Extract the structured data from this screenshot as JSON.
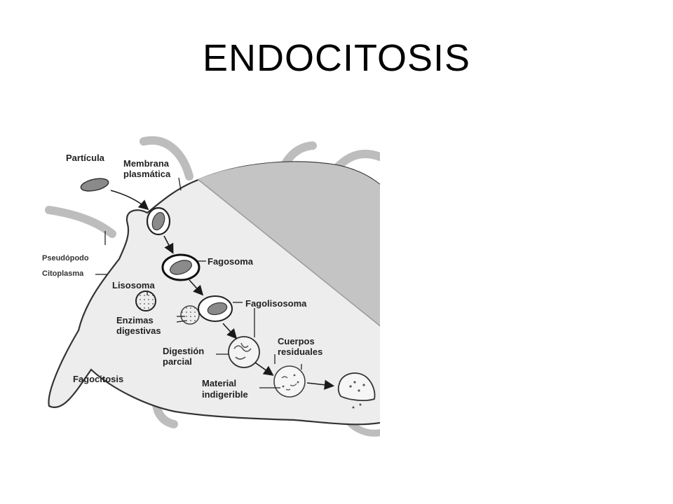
{
  "slide": {
    "title": "ENDOCITOSIS"
  },
  "diagram": {
    "labels": {
      "particula": "Partícula",
      "membrana_1": "Membrana",
      "membrana_2": "plasmática",
      "pseudopodo": "Pseudópodo",
      "citoplasma": "Citoplasma",
      "fagosoma": "Fagosoma",
      "lisosoma": "Lisosoma",
      "fagolisosoma": "Fagolisosoma",
      "enzimas_1": "Enzimas",
      "enzimas_2": "digestivas",
      "digestion_1": "Digestión",
      "digestion_2": "parcial",
      "cuerpos_1": "Cuerpos",
      "cuerpos_2": "residuales",
      "material_1": "Material",
      "material_2": "indigerible",
      "fagocitosis": "Fagocitosis"
    }
  }
}
